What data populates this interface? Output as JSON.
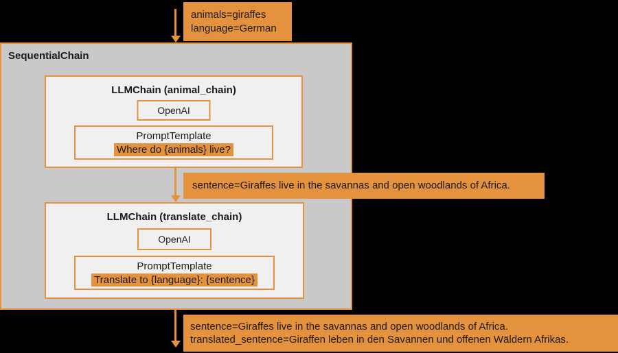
{
  "colors": {
    "orange": "#E5923E",
    "container_fill": "#C9C9C9",
    "chain_fill": "#F0F0F0",
    "background": "#000000",
    "text": "#1A1A1A"
  },
  "input_callout": {
    "lines": [
      "animals=giraffes",
      "language=German"
    ]
  },
  "sequential_chain": {
    "title": "SequentialChain",
    "chains": [
      {
        "title": "LLMChain (animal_chain)",
        "llm": "OpenAI",
        "prompt_label": "PromptTemplate",
        "prompt_text": "Where do {animals} live?"
      },
      {
        "title": "LLMChain (translate_chain)",
        "llm": "OpenAI",
        "prompt_label": "PromptTemplate",
        "prompt_text": "Translate to {language}: {sentence}"
      }
    ]
  },
  "intermediate_callout": {
    "text": "sentence=Giraffes live in the savannas and open woodlands of Africa."
  },
  "output_callout": {
    "lines": [
      "sentence=Giraffes live in the savannas and open woodlands of Africa.",
      "translated_sentence=Giraffen leben in den Savannen und offenen Wäldern Afrikas."
    ]
  }
}
